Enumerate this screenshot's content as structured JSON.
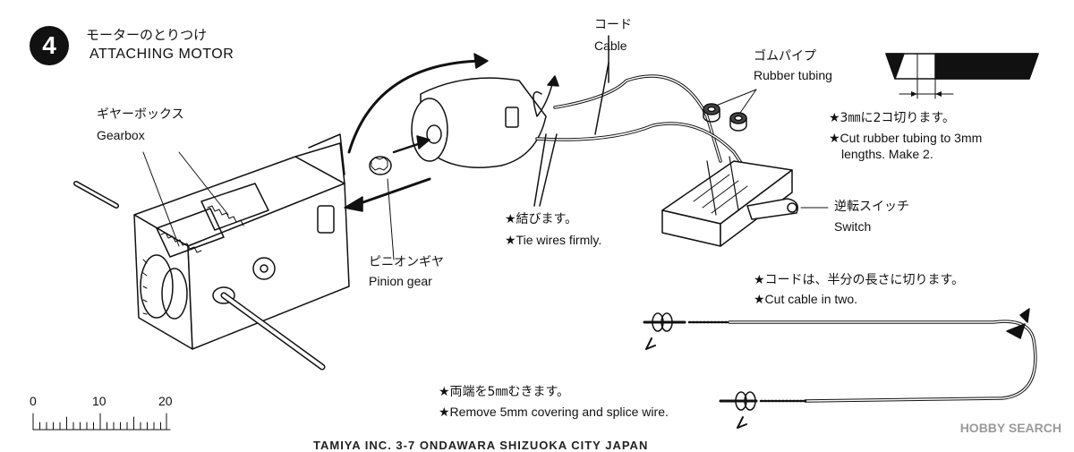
{
  "step": {
    "number": "4",
    "title_jp": "モーターのとりつけ",
    "title_en": "ATTACHING MOTOR"
  },
  "labels": {
    "gearbox_jp": "ギヤーボックス",
    "gearbox_en": "Gearbox",
    "cable_jp": "コード",
    "cable_en": "Cable",
    "rubber_jp": "ゴムパイプ",
    "rubber_en": "Rubber tubing",
    "tie_jp": "★結びます。",
    "tie_en": "★Tie wires firmly.",
    "pinion_jp": "ピニオンギヤ",
    "pinion_en": "Pinion gear",
    "switch_jp": "逆転スイッチ",
    "switch_en": "Switch"
  },
  "notes": {
    "rubber_cut_jp": "★3㎜に2コ切ります。",
    "rubber_cut_en_1": "★Cut rubber tubing to 3mm",
    "rubber_cut_en_2": "lengths. Make 2.",
    "cable_cut_jp": "★コードは、半分の長さに切ります。",
    "cable_cut_en": "★Cut cable in two.",
    "remove_jp": "★両端を5㎜むきます。",
    "remove_en": "★Remove 5mm covering and splice wire."
  },
  "scale": {
    "ticks": [
      "0",
      "10",
      "20"
    ]
  },
  "footer": {
    "watermark": "HOBBY SEARCH",
    "strip_text": "TAMIYA INC. 3-7 ONDAWARA SHIZUOKA CITY JAPAN"
  }
}
